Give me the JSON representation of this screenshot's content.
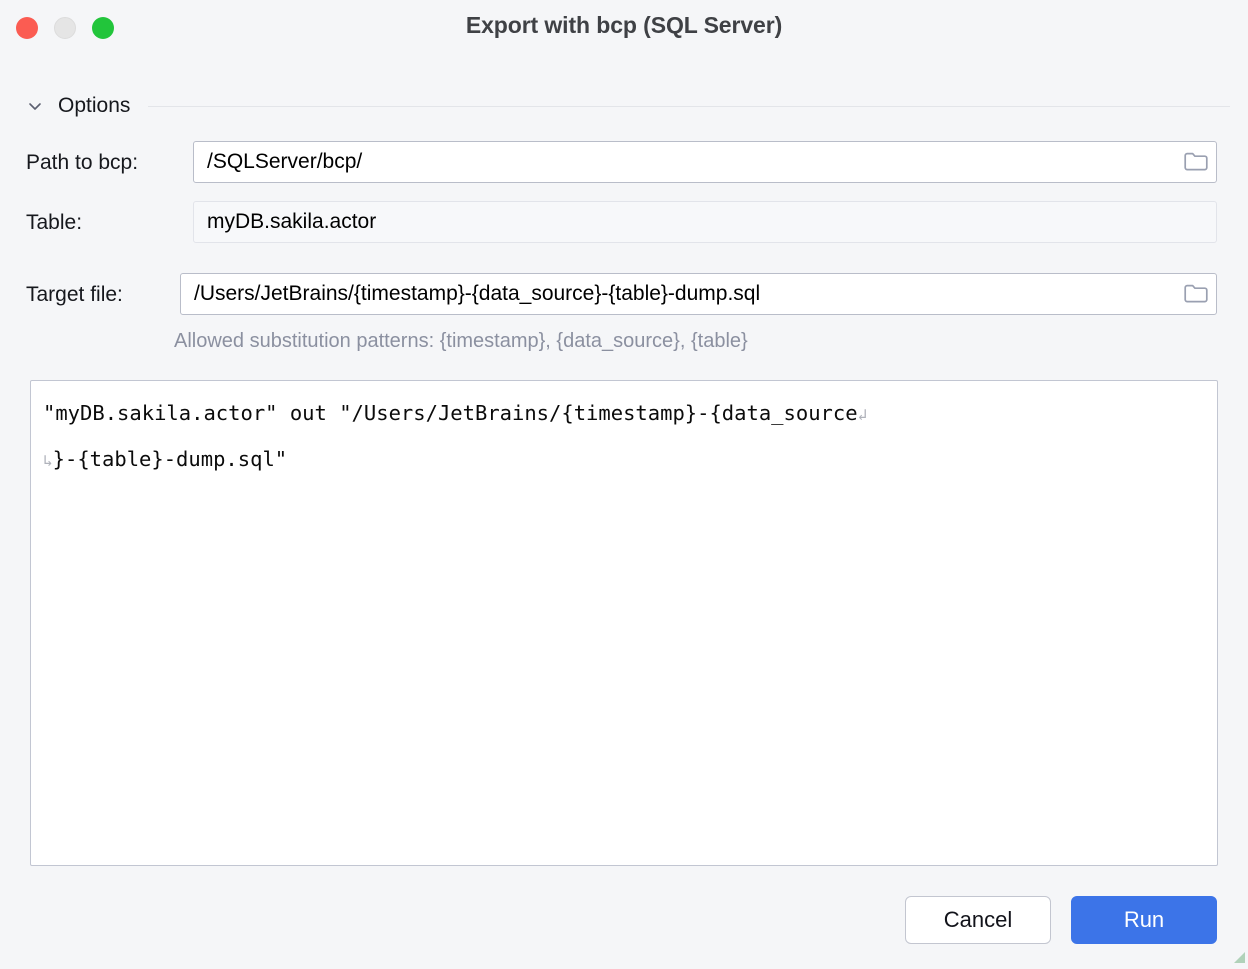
{
  "window": {
    "title": "Export with bcp (SQL Server)",
    "controls": {
      "close": "close-window",
      "minimize": "minimize-window",
      "zoom": "zoom-window"
    }
  },
  "options_section": {
    "label": "Options",
    "expanded": true,
    "chevron_icon": "chevron-down-icon"
  },
  "form": {
    "rows": [
      {
        "label": "Path to bcp:",
        "value": "/SQLServer/bcp/",
        "readonly": false,
        "has_browse": true,
        "browse_icon": "folder-icon"
      },
      {
        "label": "Table:",
        "value": "myDB.sakila.actor",
        "readonly": true,
        "has_browse": false
      },
      {
        "label": "Target file:",
        "value": "/Users/JetBrains/{timestamp}-{data_source}-{table}-dump.sql",
        "readonly": false,
        "has_browse": true,
        "browse_icon": "folder-icon"
      }
    ],
    "hint": "Allowed substitution patterns: {timestamp}, {data_source}, {table}"
  },
  "command_preview": {
    "line1": "\"myDB.sakila.actor\" out \"/Users/JetBrains/{timestamp}-{data_source",
    "line1_wrap_mark": "↲",
    "line2_wrap_mark": "↳",
    "line2": "}-{table}-dump.sql\""
  },
  "footer": {
    "cancel_label": "Cancel",
    "run_label": "Run"
  },
  "colors": {
    "dialog_background": "#f5f6f8",
    "accent_primary": "#3c74e8",
    "title_text": "#3f4145",
    "hint_text": "#8b90a0",
    "field_border": "#b9bdc9",
    "traffic_close": "#fb5c52",
    "traffic_minimize": "#e5e5e5",
    "traffic_zoom": "#22c53b"
  }
}
